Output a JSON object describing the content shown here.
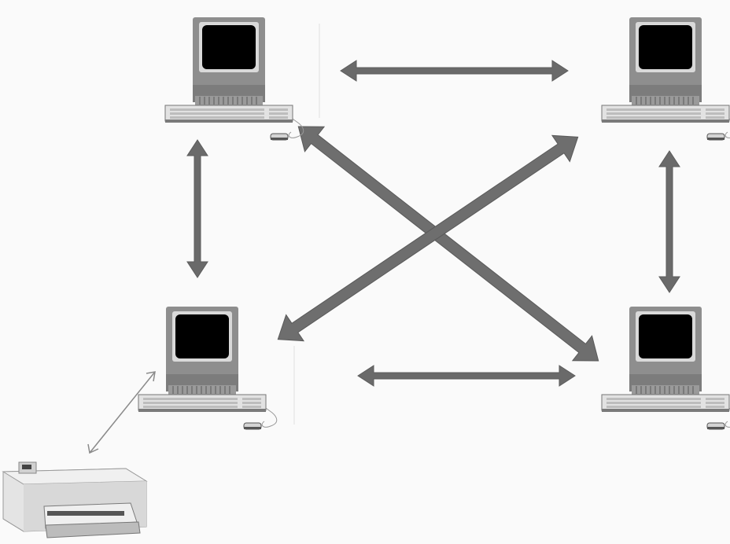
{
  "diagram": {
    "kind": "peer-to-peer network",
    "colors": {
      "background": "#fafafa",
      "case": "#8e8e8e",
      "case_dark": "#6f6f6f",
      "screen": "#000000",
      "keyboard": "#e2e2e2",
      "key": "#bdbdbd",
      "arrow": "#6a6a6a",
      "printer_arrow": "#8a8a8a",
      "printer": "#dcdcdc"
    },
    "nodes": [
      {
        "id": "computer-top-left",
        "type": "computer",
        "icon": "computer-icon"
      },
      {
        "id": "computer-top-right",
        "type": "computer",
        "icon": "computer-icon"
      },
      {
        "id": "computer-bottom-left",
        "type": "computer",
        "icon": "computer-icon"
      },
      {
        "id": "computer-bottom-right",
        "type": "computer",
        "icon": "computer-icon"
      },
      {
        "id": "printer",
        "type": "printer",
        "icon": "printer-icon"
      }
    ],
    "links": [
      {
        "from": "computer-top-left",
        "to": "computer-top-right",
        "bidirectional": true
      },
      {
        "from": "computer-top-left",
        "to": "computer-bottom-left",
        "bidirectional": true
      },
      {
        "from": "computer-top-right",
        "to": "computer-bottom-right",
        "bidirectional": true
      },
      {
        "from": "computer-bottom-left",
        "to": "computer-bottom-right",
        "bidirectional": true
      },
      {
        "from": "computer-top-left",
        "to": "computer-bottom-right",
        "bidirectional": true
      },
      {
        "from": "computer-top-right",
        "to": "computer-bottom-left",
        "bidirectional": true
      },
      {
        "from": "computer-bottom-left",
        "to": "printer",
        "bidirectional": true
      }
    ]
  }
}
